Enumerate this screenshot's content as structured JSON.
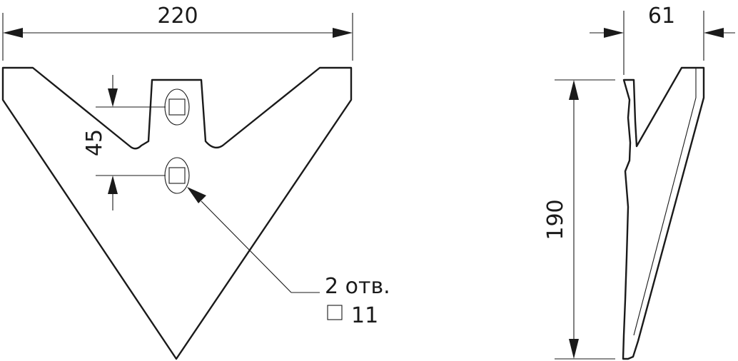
{
  "dimensions": {
    "width": "220",
    "side_width": "61",
    "hole_spacing": "45",
    "height": "190"
  },
  "hole_note": {
    "count": "2 отв.",
    "size_symbol": "□",
    "size": "11"
  },
  "colors": {
    "line": "#1a1a1a",
    "background": "#ffffff"
  }
}
